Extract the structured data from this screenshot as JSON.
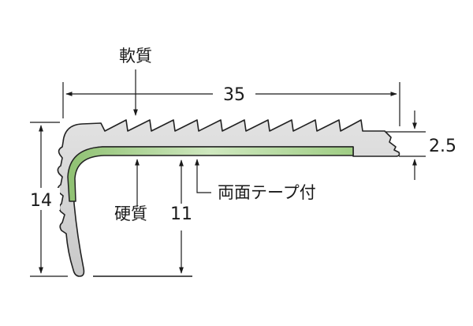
{
  "labels": {
    "soft": "軟質",
    "hard": "硬質",
    "tape": "両面テープ付"
  },
  "dimensions": {
    "width": "35",
    "height": "14",
    "thickness": "2.5",
    "depth": "11"
  },
  "colors": {
    "soft_body": "#d5d5d5",
    "hard_insert": "#a9d48e",
    "outline": "#222222",
    "dimension_line": "#1a1a1a"
  }
}
